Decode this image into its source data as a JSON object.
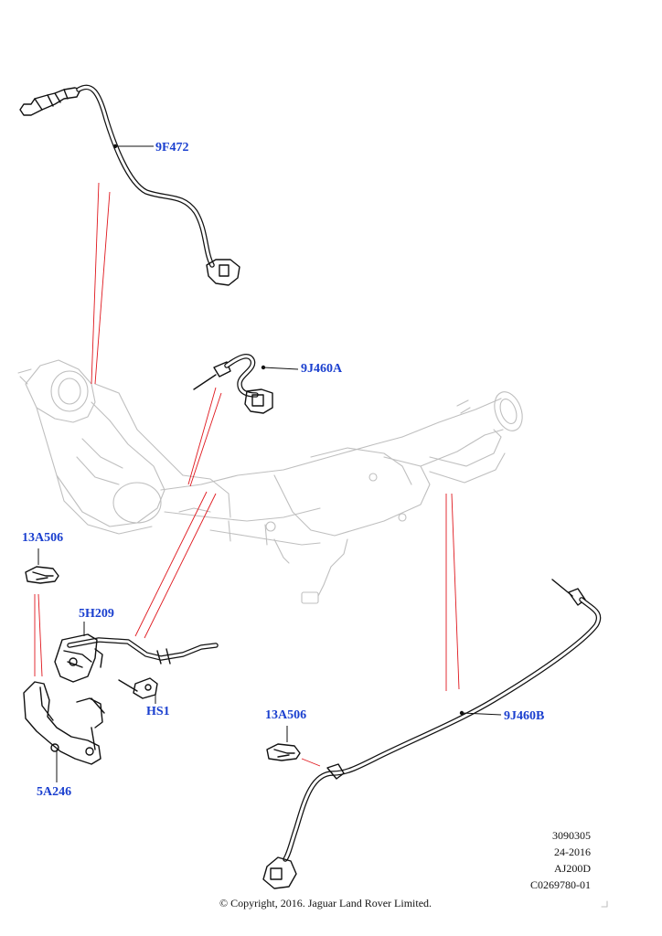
{
  "callouts": [
    {
      "id": "9F472",
      "label": "9F472"
    },
    {
      "id": "9J460A",
      "label": "9J460A"
    },
    {
      "id": "13A506_left",
      "label": "13A506"
    },
    {
      "id": "5H209",
      "label": "5H209"
    },
    {
      "id": "HS1",
      "label": "HS1"
    },
    {
      "id": "5A246",
      "label": "5A246"
    },
    {
      "id": "13A506_right",
      "label": "13A506"
    },
    {
      "id": "9J460B",
      "label": "9J460B"
    }
  ],
  "meta": {
    "line1": "3090305",
    "line2": "24-2016",
    "line3": "AJ200D",
    "line4": "C0269780-01"
  },
  "copyright": "© Copyright, 2016. Jaguar Land Rover Limited.",
  "colors": {
    "callout": "#1a3fcf",
    "leader": "#e0181e",
    "ink": "#111111",
    "ghost": "#bfbfbf"
  }
}
